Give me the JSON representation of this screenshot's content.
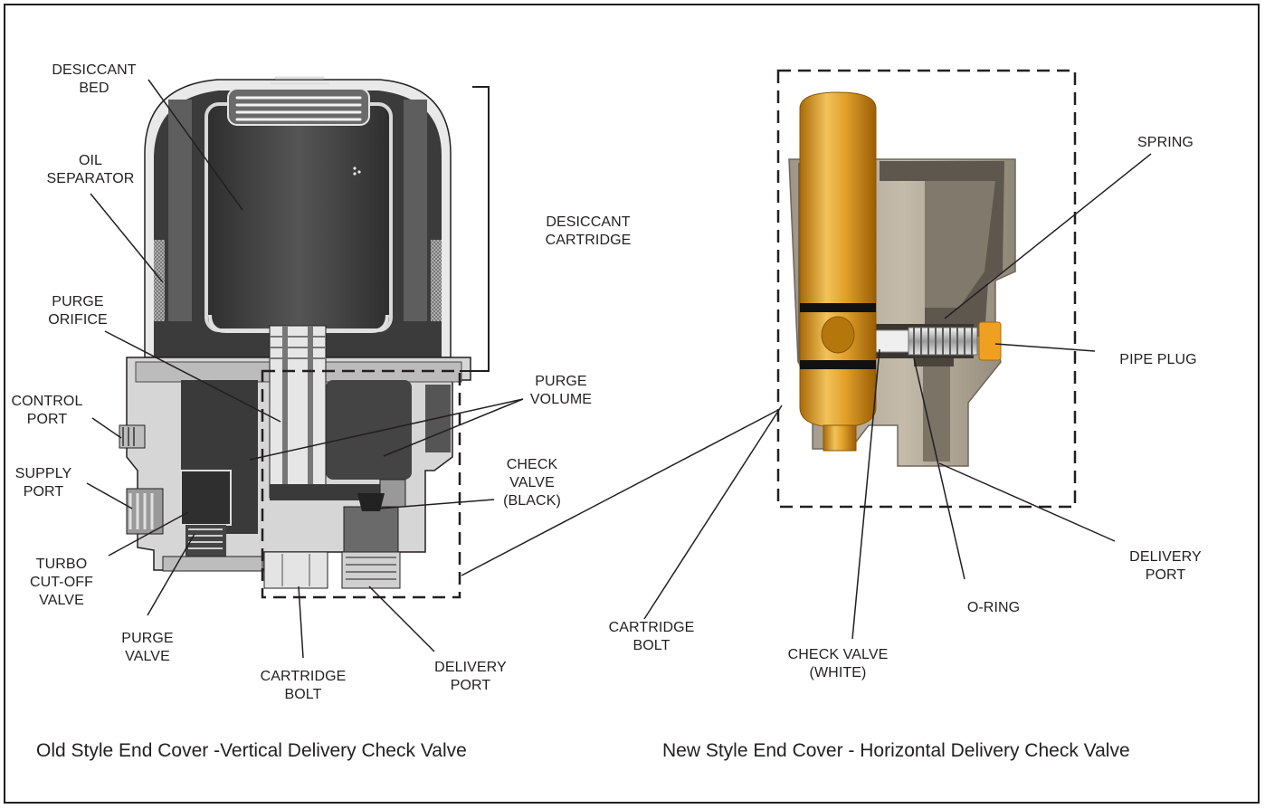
{
  "left": {
    "caption": "Old Style End Cover -Vertical Delivery Check Valve",
    "labels": {
      "desiccant_bed": "DESICCANT\nBED",
      "oil_separator": "OIL\nSEPARATOR",
      "desiccant_cartridge": "DESICCANT\nCARTRIDGE",
      "purge_orifice": "PURGE\nORIFICE",
      "control_port": "CONTROL\nPORT",
      "supply_port": "SUPPLY\nPORT",
      "turbo_cutoff_valve": "TURBO\nCUT-OFF\nVALVE",
      "purge_valve": "PURGE\nVALVE",
      "cartridge_bolt": "CARTRIDGE\nBOLT",
      "delivery_port": "DELIVERY\nPORT",
      "purge_volume": "PURGE\nVOLUME",
      "check_valve_black": "CHECK\nVALVE\n(BLACK)"
    }
  },
  "right": {
    "caption": "New Style End Cover - Horizontal Delivery Check Valve",
    "labels": {
      "spring": "SPRING",
      "pipe_plug": "PIPE PLUG",
      "delivery_port": "DELIVERY\nPORT",
      "o_ring": "O-RING",
      "cartridge_bolt": "CARTRIDGE\nBOLT",
      "check_valve_white": "CHECK VALVE\n(WHITE)"
    }
  },
  "colors": {
    "outline": "#231f20",
    "housing_dark": "#3a3a3a",
    "housing_mid": "#8a8a8a",
    "housing_light": "#cfcfcf",
    "end_cover_tan": "#b5ab9b",
    "end_cover_dark": "#6e675c",
    "bolt_gold": "#d99a1e",
    "bolt_highlight": "#f2c25a",
    "plug_orange": "#f0a020"
  }
}
